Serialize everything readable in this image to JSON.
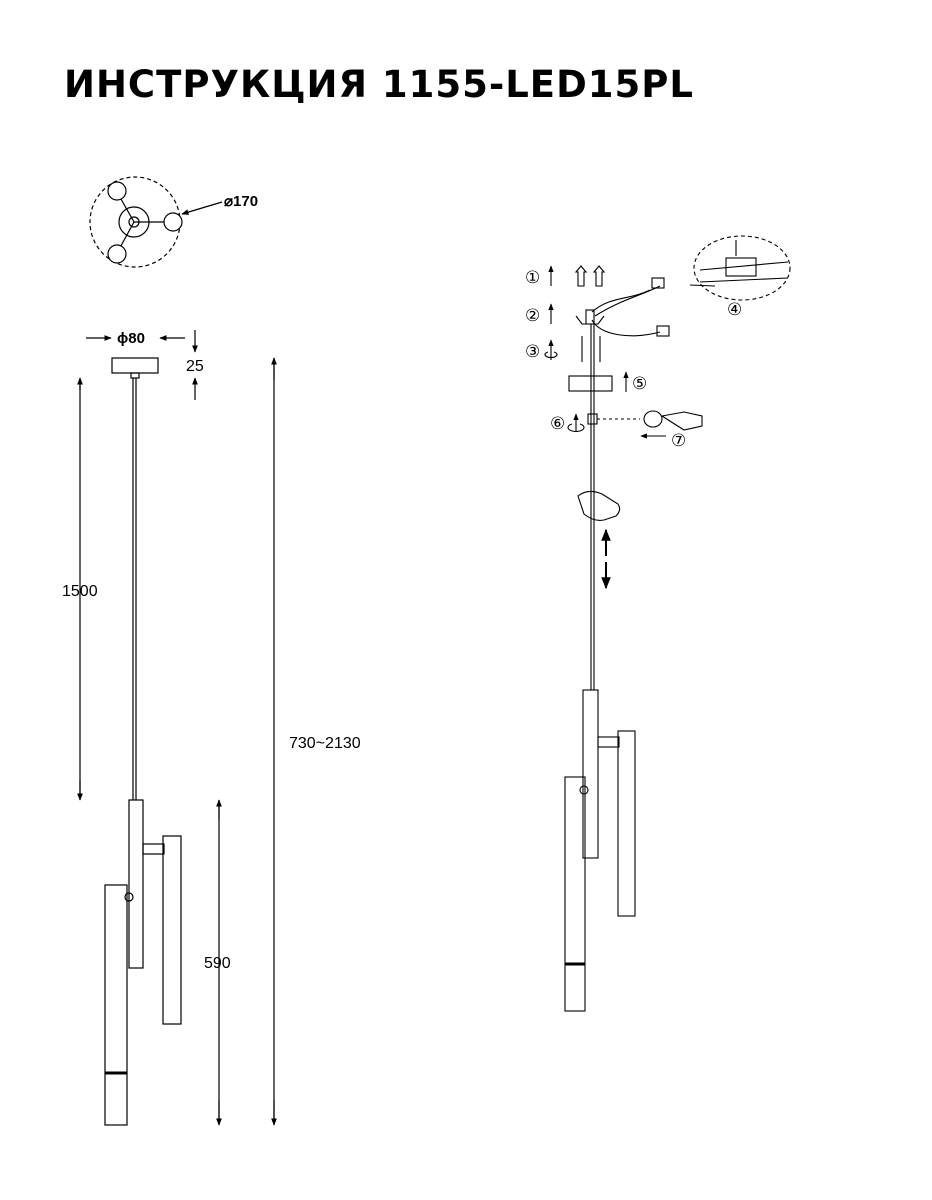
{
  "title": "ИНСТРУКЦИЯ 1155-LED15PL",
  "dimensions": {
    "canopy_diameter": "⌀170",
    "base_diameter": "ϕ80",
    "canopy_height": "25",
    "cable_length": "1500",
    "total_height": "730~2130",
    "fixture_height": "590"
  },
  "steps": [
    "①",
    "②",
    "③",
    "④",
    "⑤",
    "⑥",
    "⑦"
  ]
}
